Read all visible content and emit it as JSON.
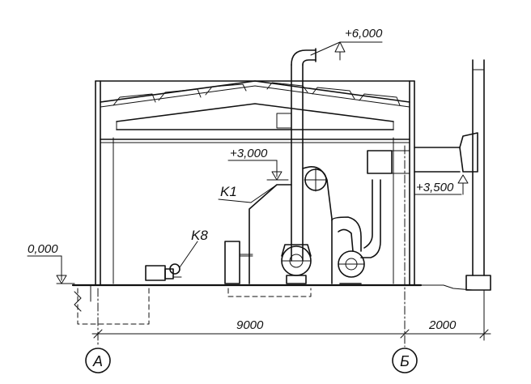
{
  "elevations": {
    "top": "+6,000",
    "middle": "+3,000",
    "right": "+3,500",
    "ground": "0,000"
  },
  "labels": {
    "k1": "K1",
    "k8": "K8"
  },
  "dimensions": {
    "span_main": "9000",
    "span_right": "2000"
  },
  "axes": {
    "left": "А",
    "right": "Б"
  }
}
